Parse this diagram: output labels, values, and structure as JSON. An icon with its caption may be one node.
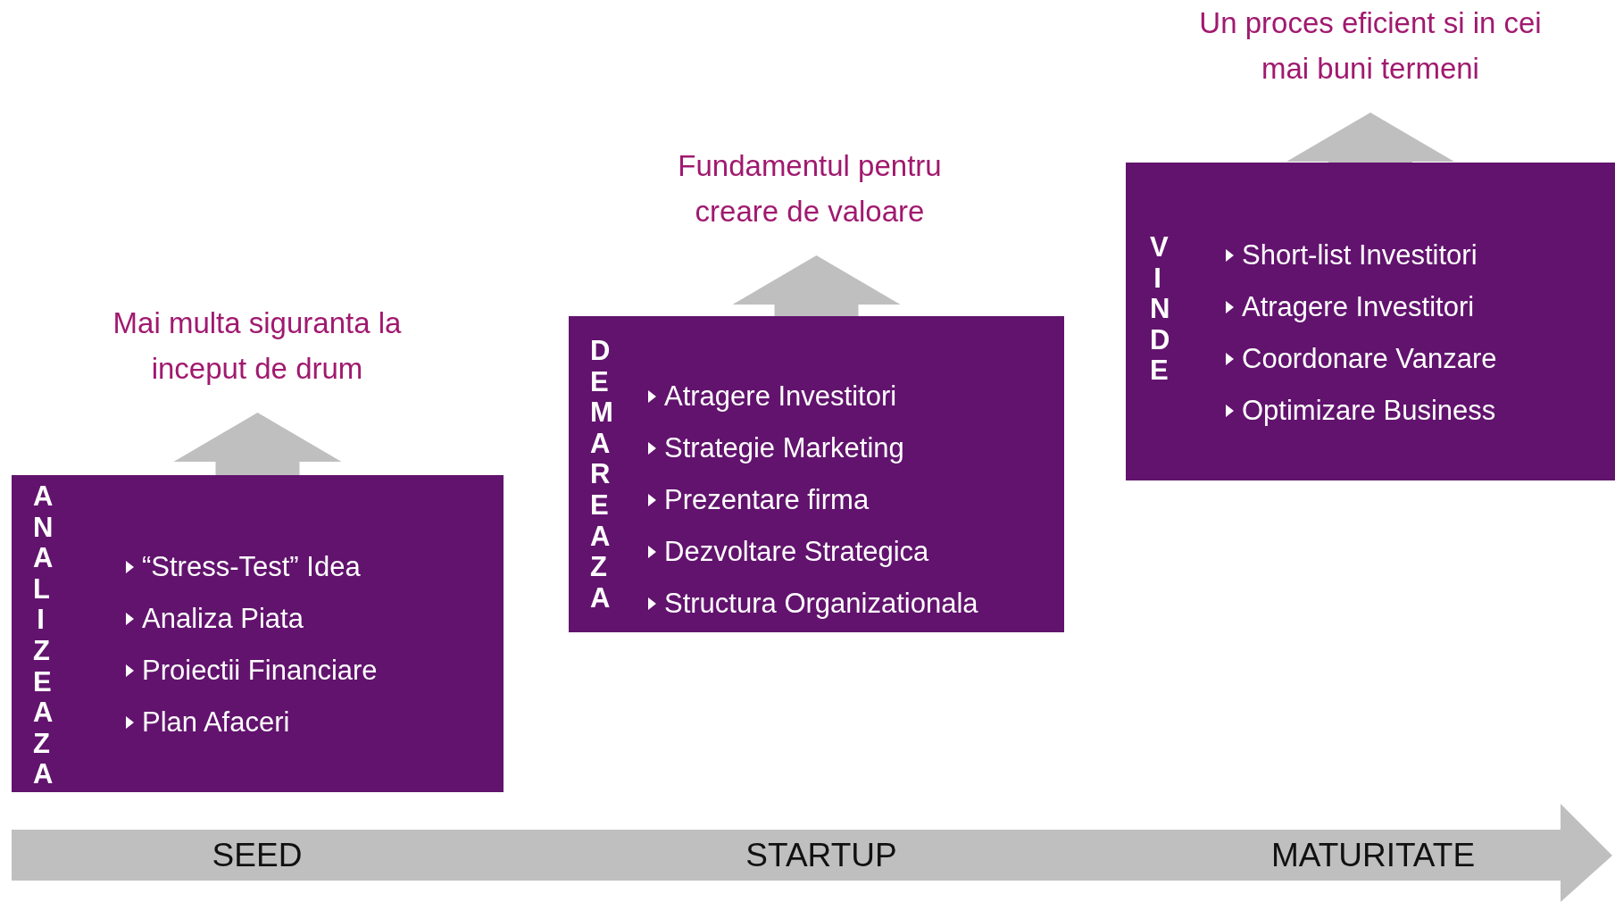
{
  "diagram": {
    "nodes": [
      {
        "text": [
          "Mai multa siguranta la inceput de drum"
        ]
      },
      {
        "text": [
          "ANALIZEAZA",
          "“Stress-Test” Idea",
          "Analiza Piata",
          "Proiectii Financiare",
          "Plan Afaceri"
        ]
      },
      {
        "text": [
          "Fundamentul pentru creare de valoare"
        ]
      },
      {
        "text": [
          "DEMAREAZA",
          "Atragere Investitori",
          "Strategie Marketing",
          "Prezentare firma",
          "Dezvoltare Strategica",
          "Structura Organizationala"
        ]
      },
      {
        "text": [
          "Un proces eficient si in cei mai buni termeni"
        ]
      },
      {
        "text": [
          "VINDE",
          "Short-list Investitori",
          "Atragere Investitori",
          "Coordonare Vanzare",
          "Optimizare Business"
        ]
      }
    ],
    "edges": [
      {
        "from": 1,
        "to": 0,
        "arrow": "to"
      },
      {
        "from": 3,
        "to": 2,
        "arrow": "to"
      },
      {
        "from": 5,
        "to": 4,
        "arrow": "to"
      }
    ],
    "labels": [
      "SEED",
      "STARTUP",
      "MATURITATE"
    ]
  }
}
